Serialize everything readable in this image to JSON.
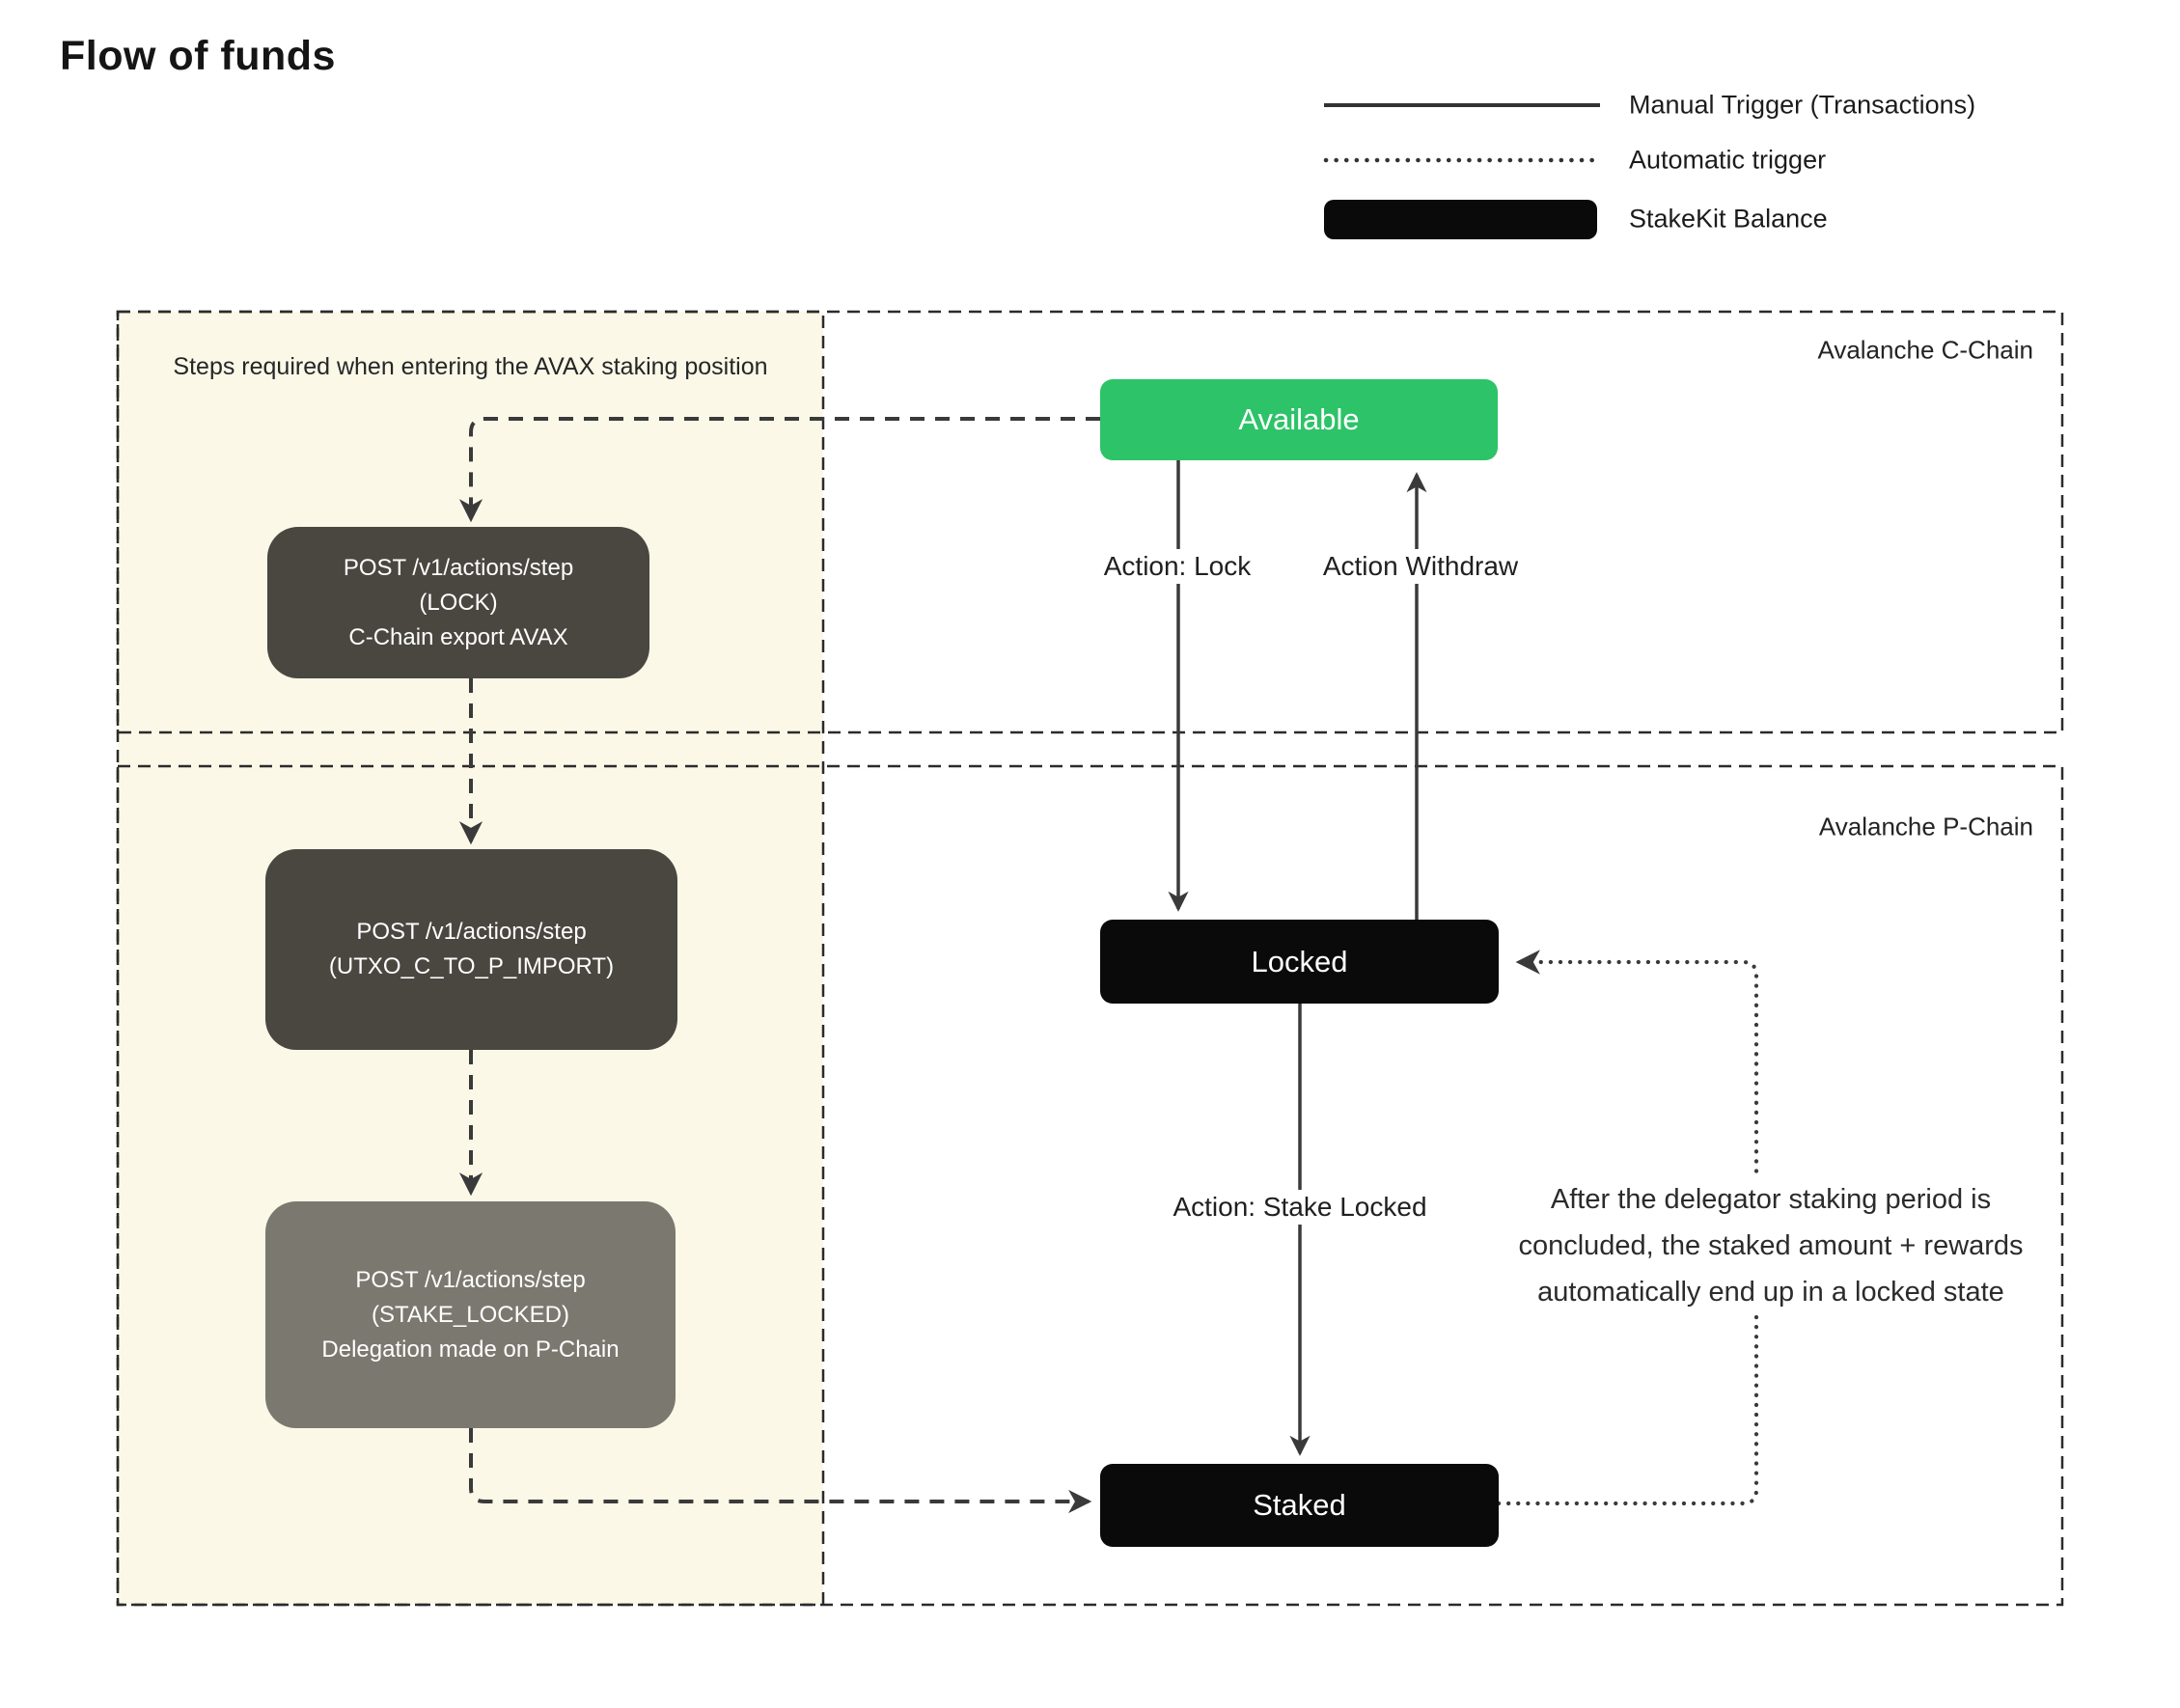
{
  "title": "Flow of funds",
  "legend": {
    "manual": "Manual Trigger (Transactions)",
    "automatic": "Automatic trigger",
    "balance": "StakeKit Balance"
  },
  "regions": {
    "c_chain_label": "Avalanche C-Chain",
    "p_chain_label": "Avalanche P-Chain",
    "steps_label": "Steps required when entering the AVAX staking position"
  },
  "steps": [
    {
      "lines": [
        "POST /v1/actions/step",
        "(LOCK)",
        "C-Chain export AVAX"
      ]
    },
    {
      "lines": [
        "POST /v1/actions/step",
        "(UTXO_C_TO_P_IMPORT)"
      ]
    },
    {
      "lines": [
        "POST /v1/actions/step",
        "(STAKE_LOCKED)",
        "Delegation made on P-Chain"
      ]
    }
  ],
  "states": {
    "available": "Available",
    "locked": "Locked",
    "staked": "Staked"
  },
  "edges": {
    "lock": "Action: Lock",
    "withdraw": "Action Withdraw",
    "stake_locked": "Action: Stake Locked"
  },
  "note": {
    "line1": "After the delegator staking period is",
    "line2": "concluded, the staked amount + rewards",
    "line3": "automatically end up in a locked state"
  },
  "colors": {
    "available_green": "#2dc368",
    "balance_black": "#0a0a0a",
    "step_box_dark": "#4a4741",
    "step_box_light": "#7b7870",
    "steps_region_cream": "#fbf8e8",
    "line_dark": "#3a3a3a"
  }
}
